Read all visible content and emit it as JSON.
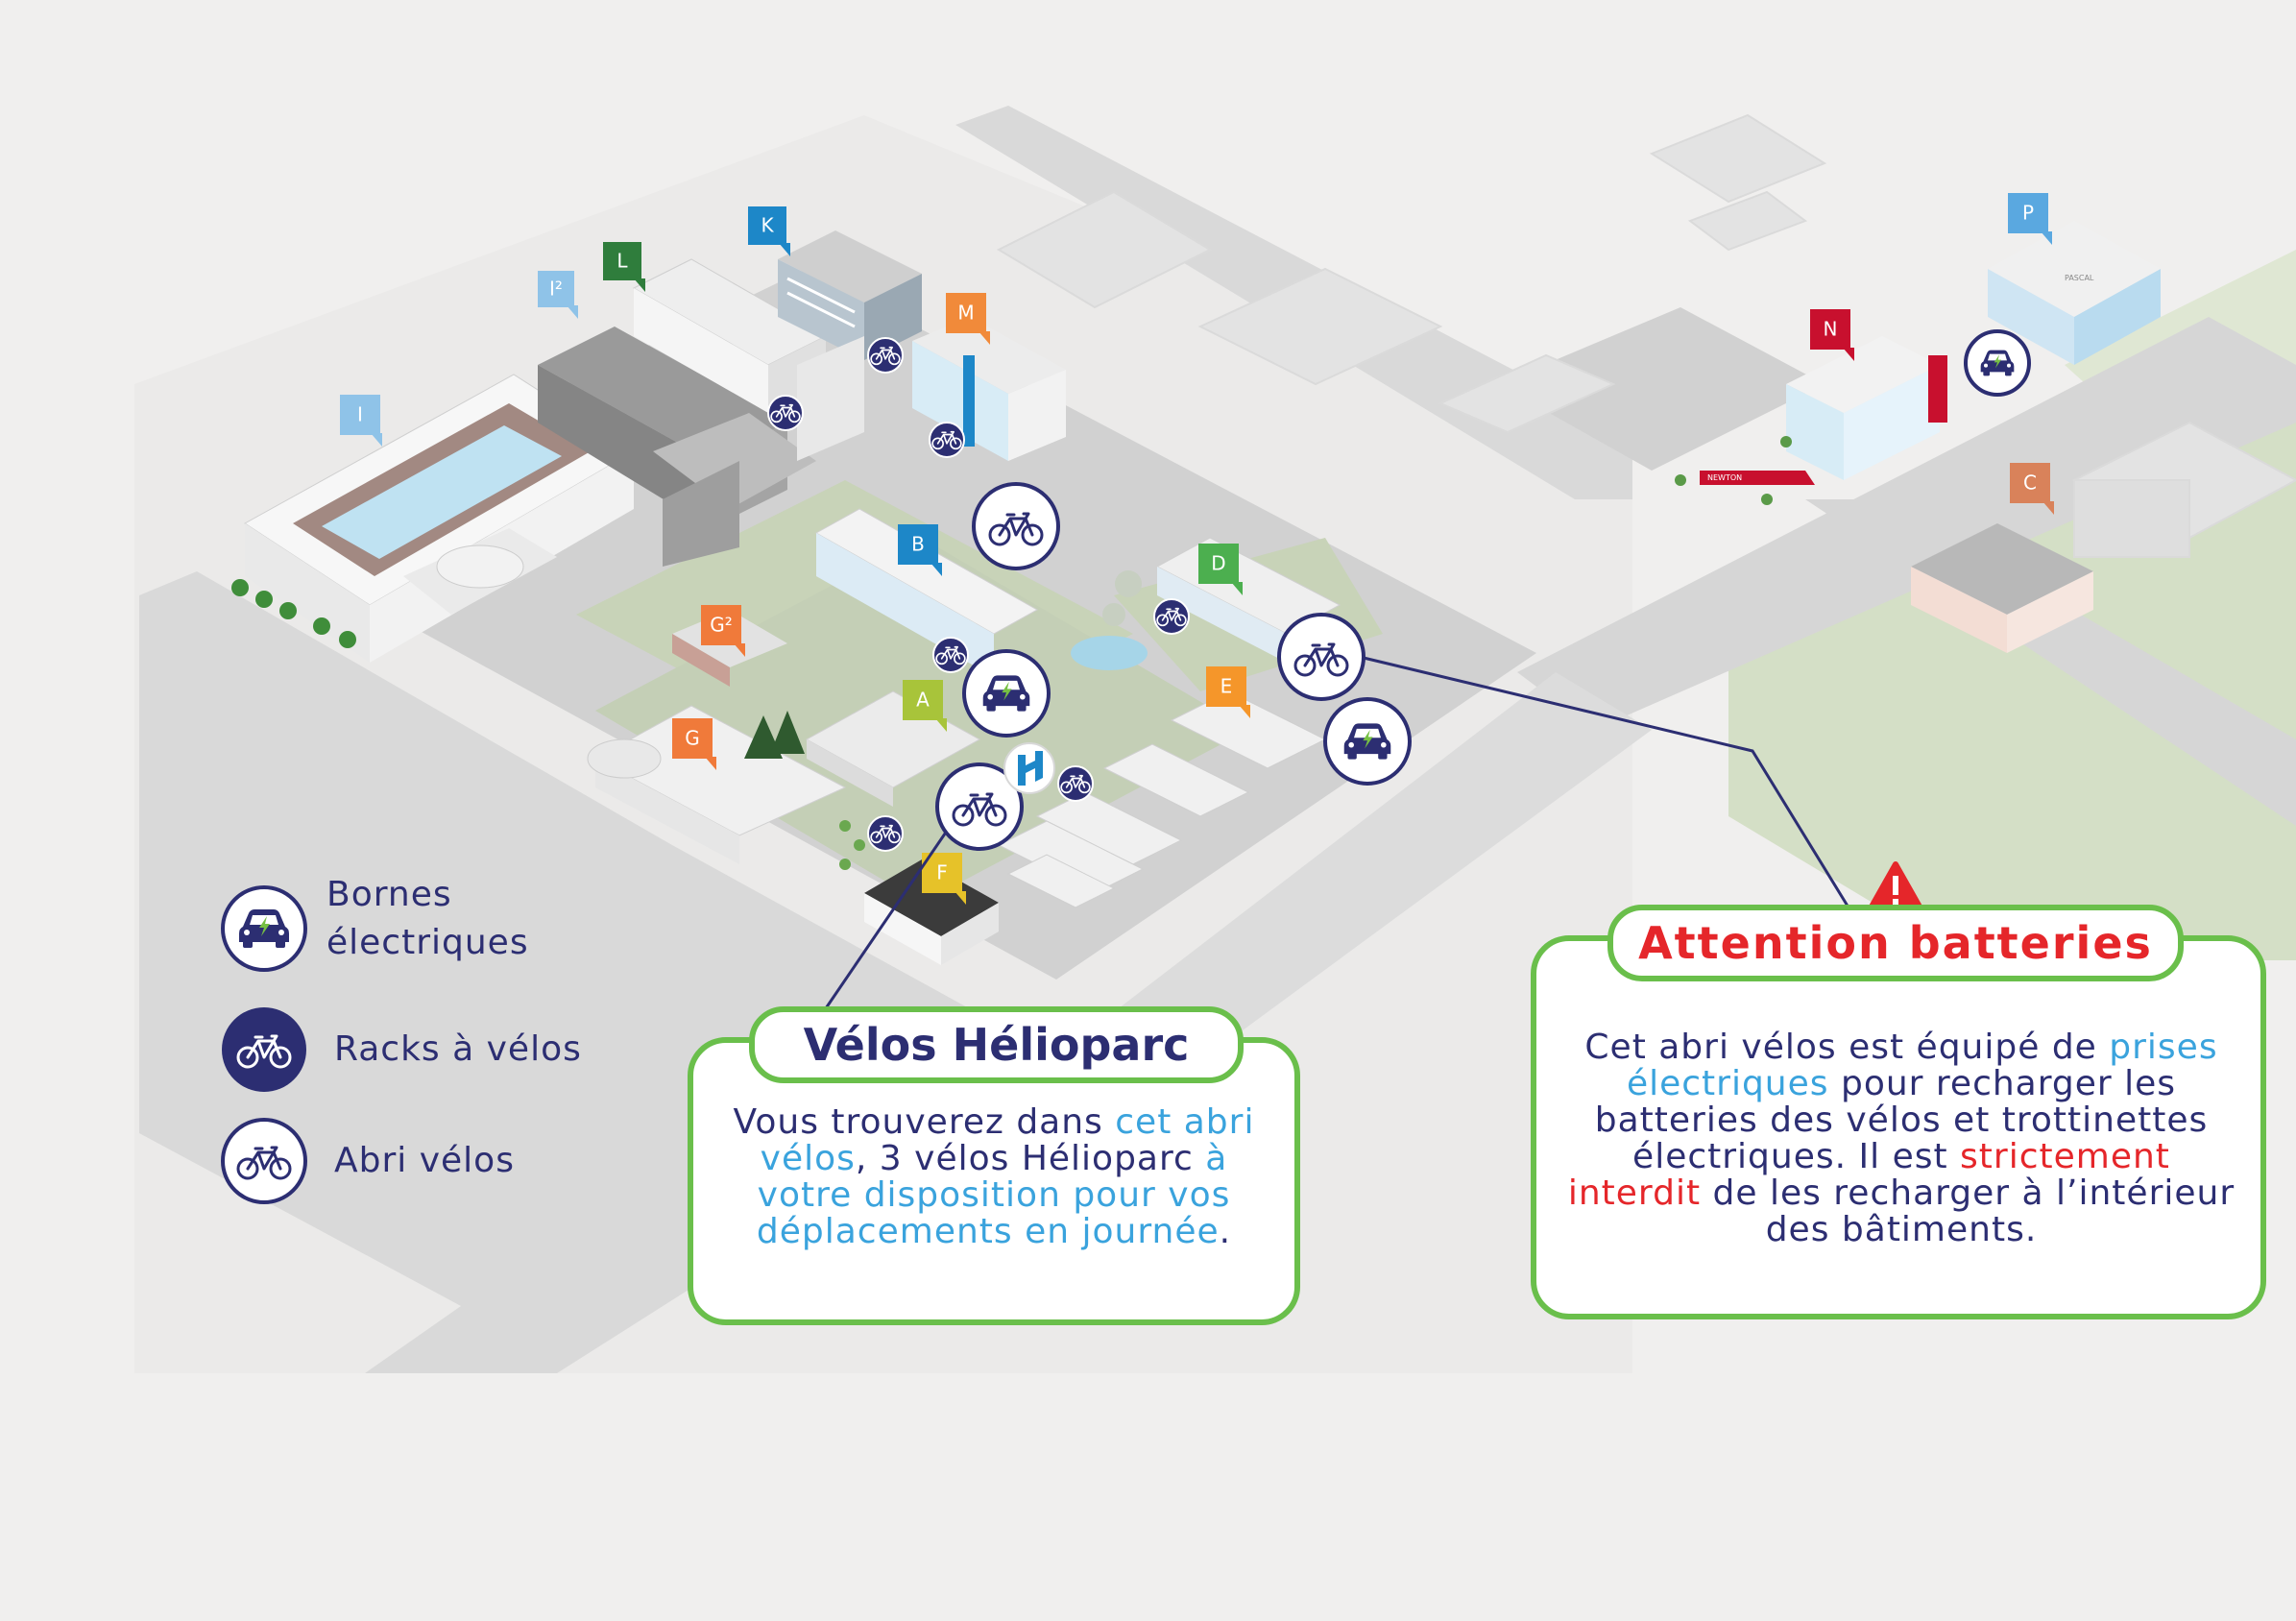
{
  "colors": {
    "navy": "#2c2e72",
    "accent_blue": "#3aa3dd",
    "alert_red": "#e5262a",
    "callout_green": "#6abf4b",
    "road": "#d6d6d6",
    "lawn": "#cfdcc0"
  },
  "building_tags": [
    {
      "id": "I",
      "label": "I",
      "color": "#8fc3e8"
    },
    {
      "id": "I2",
      "label": "I²",
      "color": "#8fc3e8"
    },
    {
      "id": "L",
      "label": "L",
      "color": "#2f7d3c"
    },
    {
      "id": "K",
      "label": "K",
      "color": "#1d87c8"
    },
    {
      "id": "M",
      "label": "M",
      "color": "#f18a3a"
    },
    {
      "id": "B",
      "label": "B",
      "color": "#1d87c8"
    },
    {
      "id": "G2",
      "label": "G²",
      "color": "#f07a3a"
    },
    {
      "id": "G",
      "label": "G",
      "color": "#f07a3a"
    },
    {
      "id": "A",
      "label": "A",
      "color": "#a8c43a"
    },
    {
      "id": "F",
      "label": "F",
      "color": "#e6c229"
    },
    {
      "id": "D",
      "label": "D",
      "color": "#4caf4f"
    },
    {
      "id": "E",
      "label": "E",
      "color": "#f5962a"
    },
    {
      "id": "N",
      "label": "N",
      "color": "#c8102e"
    },
    {
      "id": "P",
      "label": "P",
      "color": "#5aa8e0"
    },
    {
      "id": "C",
      "label": "C",
      "color": "#d9825a"
    }
  ],
  "building_signs": [
    "NEWTON",
    "PASCAL"
  ],
  "map_markers": {
    "racks": [
      "bike-rack",
      "bike-rack",
      "bike-rack",
      "bike-rack",
      "bike-rack",
      "bike-rack",
      "bike-rack"
    ],
    "shelters": [
      "bike-shelter",
      "bike-shelter",
      "bike-shelter"
    ],
    "chargers": [
      "charging-station",
      "charging-station",
      "charging-station"
    ],
    "logo": "helioparc-logo"
  },
  "legend": {
    "items": [
      {
        "icon": "ev-charging-icon",
        "label_line1": "Bornes",
        "label_line2": "électriques"
      },
      {
        "icon": "bike-rack-icon",
        "label": "Racks à vélos"
      },
      {
        "icon": "bike-shelter-icon",
        "label": "Abri vélos"
      }
    ]
  },
  "callout_velos": {
    "title": "Vélos Hélioparc",
    "body_1": "Vous trouverez dans ",
    "body_2": "cet abri vélos",
    "body_3": ", 3 vélos Hélioparc ",
    "body_4": "à votre disposition pour vos déplacements en journée",
    "body_5": "."
  },
  "callout_batteries": {
    "title": "Attention batteries",
    "warning_icon": "warning-triangle-icon",
    "body_1": "Cet abri vélos est équipé de ",
    "body_2": "prises électriques",
    "body_3": " pour recharger les batteries des vélos et trottinettes électriques. Il est ",
    "body_4": "strictement interdit",
    "body_5": " de les recharger à l’intérieur des bâtiments."
  }
}
